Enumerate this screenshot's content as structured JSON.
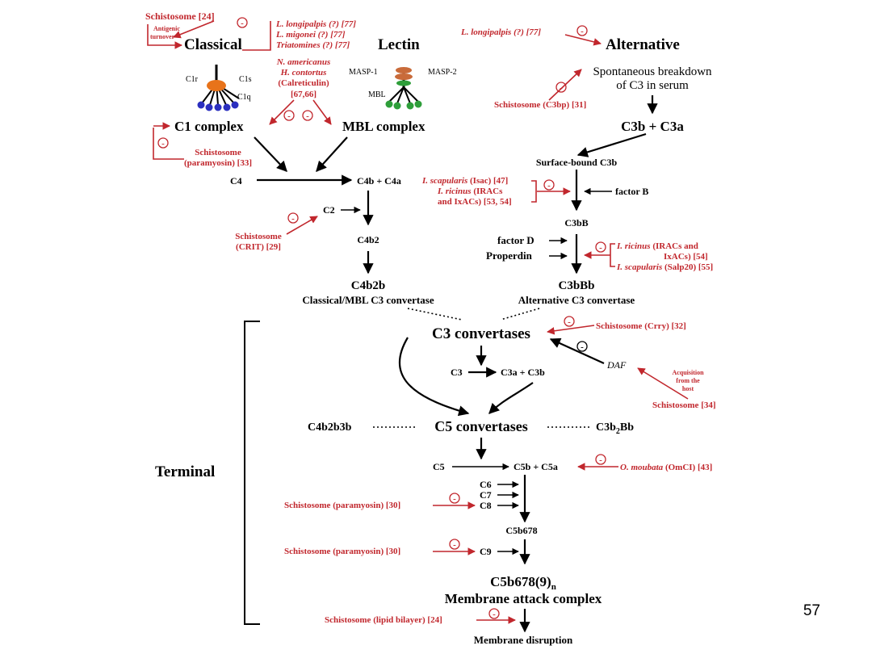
{
  "pathways": {
    "classical": "Classical",
    "lectin": "Lectin",
    "alternative": "Alternative",
    "terminal": "Terminal"
  },
  "classical": {
    "schisto": "Schistosome [24]",
    "antigenic_1": "Antigenic",
    "antigenic_2": "turnover*",
    "lutzo_1": "L. longipalpis (?) [77]",
    "lutzo_2": "L. migonei (?) [77]",
    "lutzo_3": "Triatomines (?) [77]",
    "hook_1": "N. americanus",
    "hook_2": "H. contortus",
    "hook_3": "(Calreticulin)",
    "hook_4": "[67,66]",
    "c1r": "C1r",
    "c1s": "C1s",
    "c1q": "C1q",
    "masp1": "MASP-1",
    "masp2": "MASP-2",
    "mbl": "MBL",
    "c1_complex": "C1 complex",
    "mbl_complex": "MBL complex",
    "para_1": "Schistosome",
    "para_2": "(paramyosin) [33]",
    "c4": "C4",
    "c4b_c4a": "C4b + C4a",
    "c2": "C2",
    "crit_1": "Schistosome",
    "crit_2": "(CRIT) [29]",
    "c4b2": "C4b2",
    "c4b2b": "C4b2b",
    "conv": "Classical/MBL C3 convertase"
  },
  "alternative": {
    "lutzo": "L. longipalpis (?) [77]",
    "spont_1": "Spontaneous breakdown",
    "spont_2": "of C3 in serum",
    "c3bp": "Schistosome (C3bp) [31]",
    "c3b_c3a": "C3b + C3a",
    "surface": "Surface-bound C3b",
    "isac_name": "I. scapularis",
    "isac_rest": " (Isac) [47]",
    "iric_name": "I. ricinus",
    "iric_rest": " (IRACs",
    "iric_2": "and IxACs) [53, 54]",
    "factor_b": "factor B",
    "c3bb": "C3bB",
    "factor_d": "factor D",
    "properdin": "Properdin",
    "iric2_name": "I. ricinus",
    "iric2_rest": " (IRACs and",
    "iric2_2": "IxACs) [54]",
    "salp_name": "I. scapularis",
    "salp_rest": " (Salp20) [55]",
    "c3bbb": "C3bBb",
    "conv": "Alternative C3 convertase"
  },
  "terminal": {
    "c3_convertases": "C3 convertases",
    "crry": "Schistosome (Crry) [32]",
    "inhibit": "-",
    "c3": "C3",
    "c3a_c3b": "C3a + C3b",
    "daf": "DAF",
    "acq_1": "Acquisition",
    "acq_2": "from the",
    "acq_3": "host",
    "schisto34": "Schistosome [34]",
    "c4b2b3b": "C4b2b3b",
    "c5_convertases": "C5 convertases",
    "c3b2bb_a": "C3b",
    "c3b2bb_sub": "2",
    "c3b2bb_b": "Bb",
    "c5": "C5",
    "c5b_c5a": "C5b + C5a",
    "omci_name": "O. moubata",
    "omci_rest": " (OmCI) [43]",
    "c6": "C6",
    "c7": "C7",
    "c8": "C8",
    "para30_a": "Schistosome (paramyosin) [30]",
    "c5b678": "C5b678",
    "para30_b": "Schistosome (paramyosin) [30]",
    "c9": "C9",
    "mac_a": "C5b678(9)",
    "mac_sub": "n",
    "mac_label": "Membrane attack complex",
    "lipid": "Schistosome (lipid bilayer) [24]",
    "disruption": "Membrane disruption"
  },
  "slide_number": "57",
  "colors": {
    "inhibitor": "#c1272d",
    "arrow": "#000000",
    "c1_core": "#e8731a",
    "c1_heads": "#2b2fbf",
    "mbl_heads": "#2e9e3a",
    "masp": "#c96b3a"
  }
}
